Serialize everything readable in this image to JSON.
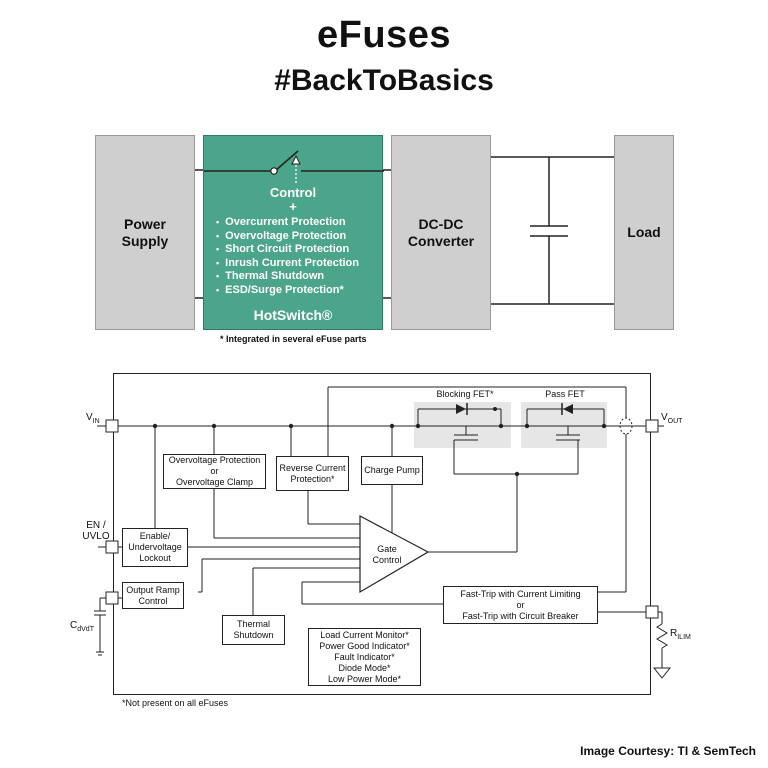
{
  "title": "eFuses",
  "subtitle": "#BackToBasics",
  "top_diagram": {
    "power_supply": "Power\nSupply",
    "dc_dc": "DC-DC\nConverter",
    "load": "Load",
    "control_title": "Control",
    "plus": "+",
    "features": [
      "Overcurrent Protection",
      "Overvoltage Protection",
      "Short Circuit  Protection",
      "Inrush Current Protection",
      "Thermal Shutdown",
      "ESD/Surge Protection*"
    ],
    "brand": "HotSwitch®",
    "footnote": "* Integrated in several eFuse parts"
  },
  "schematic": {
    "vin": "V",
    "vin_sub": "IN",
    "vout": "V",
    "vout_sub": "OUT",
    "en": "EN /\nUVLO",
    "cdvdt": "C",
    "cdvdt_sub": "dVdT",
    "rilim": "R",
    "rilim_sub": "ILIM",
    "blocking_fet": "Blocking FET*",
    "pass_fet": "Pass FET",
    "ovp": "Overvoltage Protection\nor\nOvervoltage Clamp",
    "rcp": "Reverse Current\nProtection*",
    "charge_pump": "Charge Pump",
    "enable": "Enable/\nUndervoltage\nLockout",
    "ramp": "Output Ramp\nControl",
    "gate": "Gate\nControl",
    "thermal": "Thermal\nShutdown",
    "fasttrip": "Fast-Trip with Current Limiting\nor\nFast-Trip with Circuit Breaker",
    "monitor": "Load Current Monitor*\nPower Good Indicator*\nFault Indicator*\nDiode Mode*\nLow Power Mode*",
    "footnote": "*Not present on all eFuses"
  },
  "credit": "Image Courtesy: TI & SemTech",
  "colors": {
    "hotswitch_green": "#4aa58b",
    "block_gray": "#cfcfcf",
    "fet_shade": "#e6e6e6"
  }
}
